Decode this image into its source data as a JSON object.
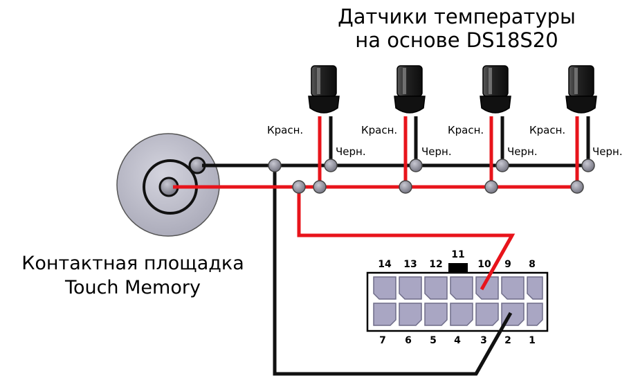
{
  "title_line1": "Датчики температуры",
  "title_line2": "на основе DS18S20",
  "pad_line1": "Контактная площадка",
  "pad_line2": "Touch Memory",
  "sensors": [
    {
      "red_label": "Красн.",
      "black_label": "Черн."
    },
    {
      "red_label": "Красн.",
      "black_label": "Черн."
    },
    {
      "red_label": "Красн.",
      "black_label": "Черн."
    },
    {
      "red_label": "Красн.",
      "black_label": "Черн."
    }
  ],
  "connector": {
    "top_pins": [
      "14",
      "13",
      "12",
      "11",
      "10",
      "9",
      "8"
    ],
    "bottom_pins": [
      "7",
      "6",
      "5",
      "4",
      "3",
      "2",
      "1"
    ]
  },
  "colors": {
    "red_wire": "#e8141b",
    "black_wire": "#111111",
    "pad_face": "#b9b9c8",
    "pin_face": "#a9a6c3",
    "node": "#8a8a96"
  }
}
